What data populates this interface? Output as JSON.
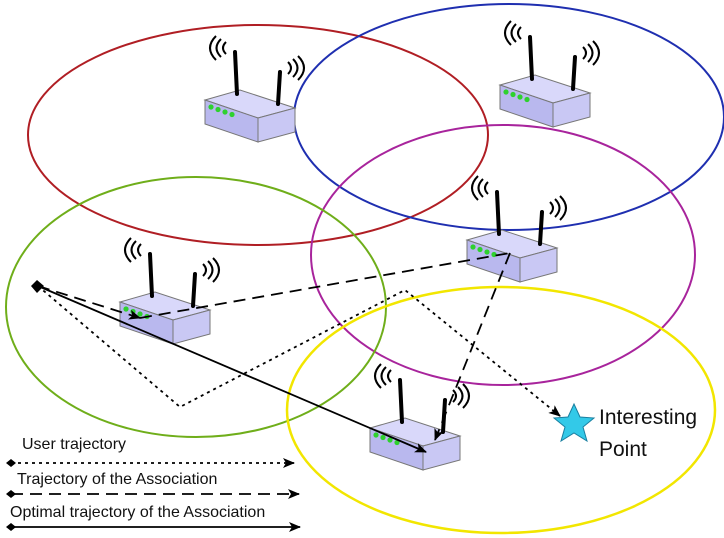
{
  "diagram": {
    "target_label_line1": "Interesting",
    "target_label_line2": "Point",
    "legend": {
      "user_trajectory": "User trajectory",
      "association_trajectory": "Trajectory of the Association",
      "optimal_trajectory": "Optimal trajectory of the Association"
    },
    "colors": {
      "cell_red": "#b01e24",
      "cell_blue": "#1f2fb0",
      "cell_magenta": "#a8249c",
      "cell_green": "#6fae1a",
      "cell_yellow": "#f2e600",
      "router_body": "#c9c8f4",
      "router_led": "#2ed12e",
      "star": "#33c9e8"
    },
    "routers": [
      "router-icon",
      "router-icon",
      "router-icon",
      "router-icon",
      "router-icon"
    ]
  }
}
